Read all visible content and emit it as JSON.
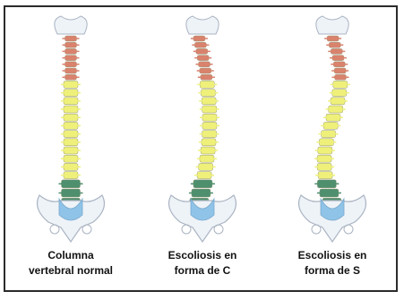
{
  "panels": [
    {
      "caption_line1": "Columna",
      "caption_line2": "vertebral normal"
    },
    {
      "caption_line1": "Escoliosis en",
      "caption_line2": "forma de C"
    },
    {
      "caption_line1": "Escoliosis en",
      "caption_line2": "forma de S"
    }
  ],
  "colors": {
    "cervical": "#d9826d",
    "thoracic": "#eef07a",
    "lumbar": "#4e8f6e",
    "sacrum": "#8fc3e8",
    "pelvis": "#eef3f8",
    "outline": "#aab4c2",
    "frame": "#2b2b2b"
  },
  "icons": [
    "skull-base-icon",
    "spine-icon",
    "pelvis-icon"
  ]
}
